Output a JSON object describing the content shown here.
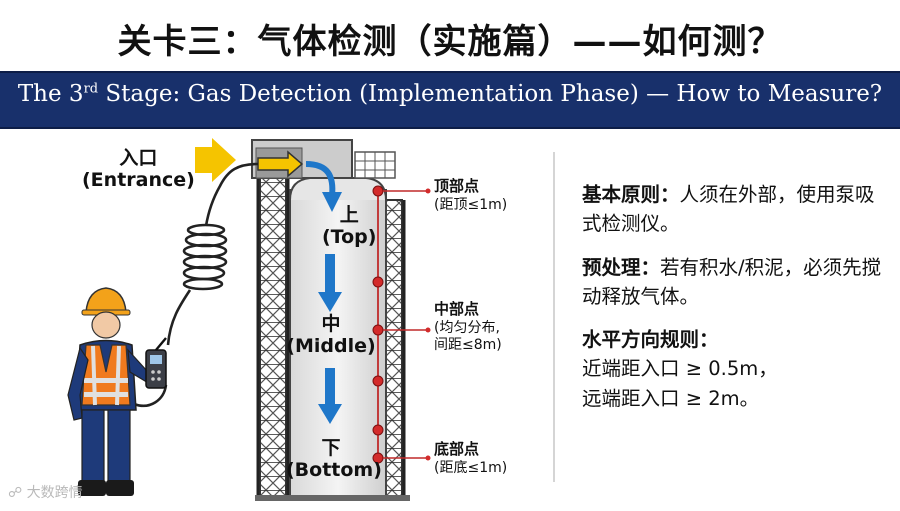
{
  "title_cn": "关卡三：气体检测（实施篇）——如何测？",
  "banner": {
    "prefix": "The 3",
    "sup": "rd",
    "rest": " Stage: Gas Detection (Implementation Phase) — How to Measure?"
  },
  "entrance": {
    "cn": "入口",
    "en": "(Entrance)"
  },
  "levels": [
    {
      "cn": "上",
      "en": "(Top)"
    },
    {
      "cn": "中",
      "en": "(Middle)"
    },
    {
      "cn": "下",
      "en": "(Bottom)"
    }
  ],
  "points": {
    "top": {
      "title": "顶部点",
      "note": "(距顶≤1m)"
    },
    "middle": {
      "title": "中部点",
      "note1": "(均匀分布,",
      "note2": "间距≤8m)"
    },
    "bottom": {
      "title": "底部点",
      "note": "(距底≤1m)"
    }
  },
  "rules": {
    "basic_label": "基本原则：",
    "basic_text": "人须在外部，使用泵吸式检测仪。",
    "pre_label": "预处理：",
    "pre_text": "若有积水/积泥，必须先搅动释放气体。",
    "horiz_label": "水平方向规则：",
    "near": "近端距入口 ≥ 0.5m，",
    "far": "远端距入口 ≥ 2m。"
  },
  "watermark": "大数跨情",
  "colors": {
    "banner": "#18306b",
    "arrow": "#1f77c9",
    "entrance_arrow": "#f5c400",
    "sensor": "#d32b2b",
    "vest": "#f07a1e",
    "helmet": "#f3a21a"
  }
}
